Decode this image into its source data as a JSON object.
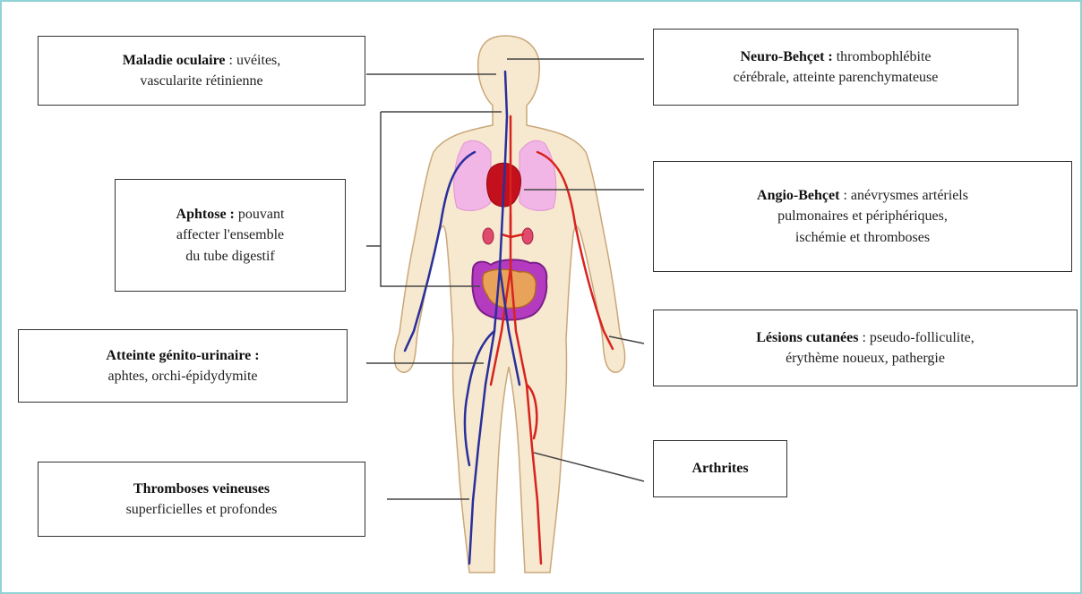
{
  "labels": {
    "ocular": {
      "title": "Maladie oculaire",
      "sep": " : ",
      "line1": "uvéites,",
      "line2": "vascularite rétinienne"
    },
    "aphtose": {
      "title": "Aphtose :",
      "line1": " pouvant",
      "line2": "affecter l'ensemble",
      "line3": "du tube digestif"
    },
    "genito": {
      "title": "Atteinte génito-urinaire :",
      "line2": "aphtes, orchi-épidydymite"
    },
    "thromboses": {
      "title": "Thromboses veineuses",
      "line2": "superficielles et profondes"
    },
    "neuro": {
      "title": "Neuro-Behçet :",
      "line1": " thrombophlébite",
      "line2": "cérébrale, atteinte parenchymateuse"
    },
    "angio": {
      "title": "Angio-Behçet",
      "sep": " : ",
      "line1": "anévrysmes artériels",
      "line2": "pulmonaires et périphériques,",
      "line3": "ischémie et thromboses"
    },
    "lesions": {
      "title": "Lésions cutanées",
      "sep": " : ",
      "line1": "pseudo-folliculite,",
      "line2": "érythème noueux, pathergie"
    },
    "arthrites": {
      "title": "Arthrites"
    }
  },
  "colors": {
    "frame": "#8fd3d6",
    "skin": "#f6e9cf",
    "artery": "#d8231f",
    "vein": "#2a2f9c",
    "lung": "#f2b6e6",
    "intestine": "#b43bc0"
  }
}
